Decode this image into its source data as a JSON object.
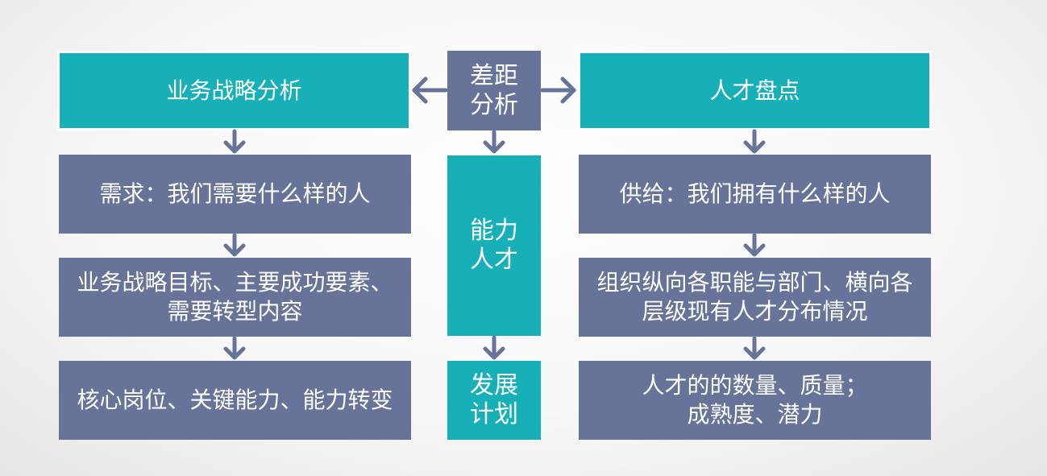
{
  "colors": {
    "teal": "#17b0b8",
    "slate": "#68739a",
    "arrow": "#68739a",
    "text": "#ffffff"
  },
  "left_column": {
    "header": "业务战略分析",
    "items": [
      "需求：我们需要什么样的人",
      "业务战略目标、主要成功要素、\n需要转型内容",
      "核心岗位、关键能力、能力转变"
    ]
  },
  "center_column": {
    "gap": "差距\n分析",
    "capability": "能力\n人才",
    "plan": "发展\n计划"
  },
  "right_column": {
    "header": "人才盘点",
    "items": [
      "供给：我们拥有什么样的人",
      "组织纵向各职能与部门、横向各\n层级现有人才分布情况",
      "人才的的数量、质量；\n成熟度、潜力"
    ]
  }
}
